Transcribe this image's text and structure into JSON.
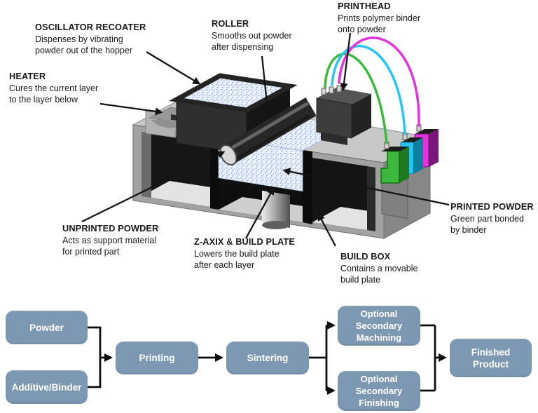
{
  "colors": {
    "flow-blue": "#7d98b3",
    "binder-green": "#3cb93c",
    "binder-cyan": "#29c5f2",
    "binder-magenta": "#e233dd"
  },
  "diagram": {
    "labels": {
      "oscillator": {
        "title": "OSCILLATOR RECOATER",
        "desc": "Dispenses by vibrating\npowder out of the hopper"
      },
      "roller": {
        "title": "ROLLER",
        "desc": "Smooths out powder\nafter dispensing"
      },
      "printhead": {
        "title": "PRINTHEAD",
        "desc": "Prints polymer binder\nonto powder"
      },
      "heater": {
        "title": "HEATER",
        "desc": "Cures the current layer\nto the layer below"
      },
      "unprinted": {
        "title": "UNPRINTED POWDER",
        "desc": "Acts as support material\nfor printed part"
      },
      "zaxis": {
        "title": "Z-AXIX & BUILD PLATE",
        "desc": "Lowers the build plate\nafter each layer"
      },
      "buildbox": {
        "title": "BUILD BOX",
        "desc": "Contains a movable\nbuild plate"
      },
      "printed": {
        "title": "PRINTED POWDER",
        "desc": "Green part bonded\nby binder"
      }
    }
  },
  "flowchart": {
    "nodes": {
      "powder": "Powder",
      "additive": "Additive/Binder",
      "printing": "Printing",
      "sintering": "Sintering",
      "machining": "Optional\nSecondary\nMachining",
      "finishing": "Optional\nSecondary\nFinishing",
      "finished": "Finished\nProduct"
    }
  }
}
